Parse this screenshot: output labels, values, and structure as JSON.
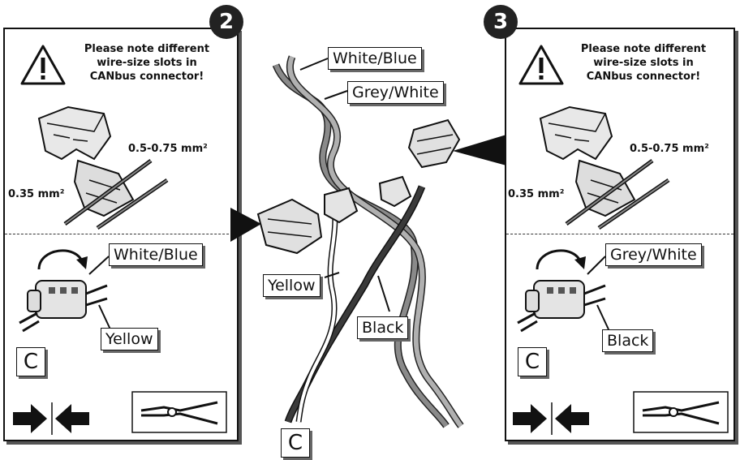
{
  "step2": {
    "number": "2",
    "warning": [
      "Please note different",
      "wire-size slots in",
      "CANbus connector!"
    ],
    "size_large": "0.5-0.75 mm²",
    "size_small": "0.35 mm²",
    "wire_top": "White/Blue",
    "wire_bottom": "Yellow",
    "connector_label": "C"
  },
  "step3": {
    "number": "3",
    "warning": [
      "Please note different",
      "wire-size slots in",
      "CANbus connector!"
    ],
    "size_large": "0.5-0.75 mm²",
    "size_small": "0.35 mm²",
    "wire_top": "Grey/White",
    "wire_bottom": "Black",
    "connector_label": "C"
  },
  "center": {
    "wire_labels": [
      "White/Blue",
      "Grey/White",
      "Yellow",
      "Black"
    ],
    "cable_label": "C"
  },
  "colors": {
    "wire_light": "#b0b0b0",
    "wire_mid": "#8a8a8a",
    "wire_dark": "#3a3a3a",
    "badge": "#222222"
  }
}
